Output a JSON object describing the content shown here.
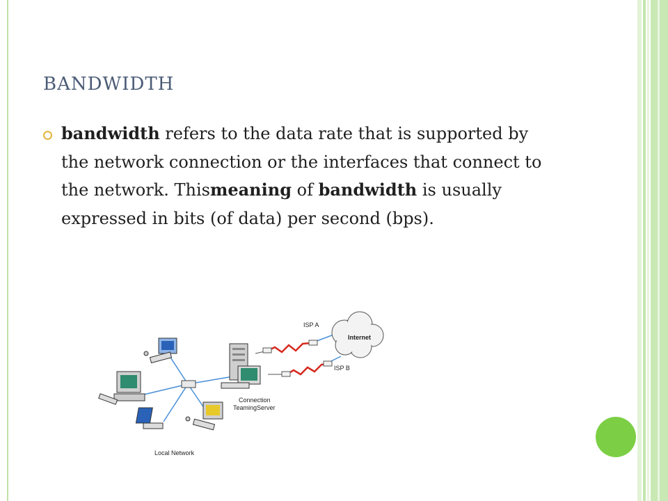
{
  "slide": {
    "title": "BANDWIDTH",
    "bullet": {
      "term": "bandwidth",
      "text_1": " refers to the data rate that is supported by the network connection or the interfaces that connect to the network. This",
      "bold_2": "meaning",
      "text_2": " of ",
      "bold_3": "bandwidth",
      "text_3": " is usually expressed in bits (of data) per second (bps)."
    },
    "diagram": {
      "isp_a": "ISP A",
      "isp_b": "ISP B",
      "internet": "Internet",
      "server_label_1": "Connection",
      "server_label_2": "TeamingServer",
      "local_network": "Local Network"
    },
    "colors": {
      "title": "#4b5c76",
      "bullet": "#e3b53c",
      "accent_green": "#7ccf45",
      "link_blue": "#4a8fd8",
      "link_red": "#d62a1e"
    }
  }
}
